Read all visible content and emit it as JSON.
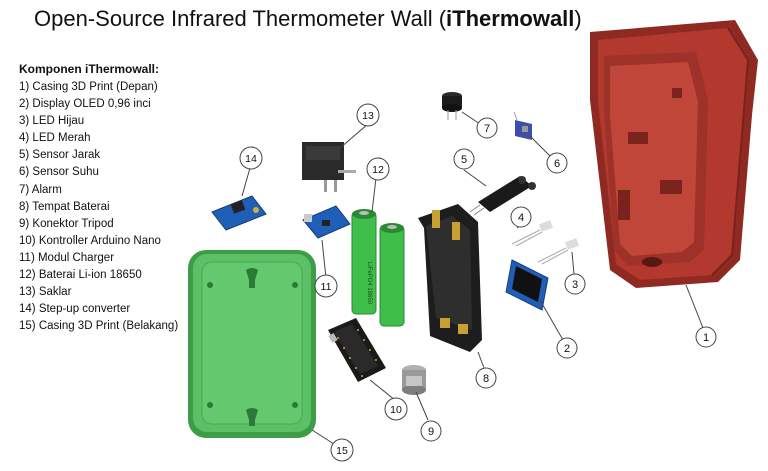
{
  "title": {
    "main": "Open-Source Infrared Thermometer Wall (",
    "bold": "iThermowall",
    "end": ")"
  },
  "components": {
    "heading": "Komponen iThermowall:",
    "items": [
      "1) Casing 3D Print (Depan)",
      "2) Display OLED 0,96 inci",
      "3) LED Hijau",
      "4) LED Merah",
      "5) Sensor Jarak",
      "6) Sensor Suhu",
      "7) Alarm",
      "8) Tempat Baterai",
      "9) Konektor Tripod",
      "10) Kontroller Arduino Nano",
      "11) Modul Charger",
      "12) Baterai Li-ion 18650",
      "13) Saklar",
      "14) Step-up converter",
      "15) Casing 3D Print (Belakang)"
    ]
  },
  "callouts": [
    "1",
    "2",
    "3",
    "4",
    "5",
    "6",
    "7",
    "8",
    "9",
    "10",
    "11",
    "12",
    "13",
    "14",
    "15"
  ],
  "battery_print": "LiFePO4 18650",
  "colors": {
    "casing_front": "#a8332a",
    "casing_back": "#4fb35a",
    "battery": "#3fbf4a",
    "pcb_blue": "#1f5fb8",
    "arduino": "#1a1a1a"
  }
}
